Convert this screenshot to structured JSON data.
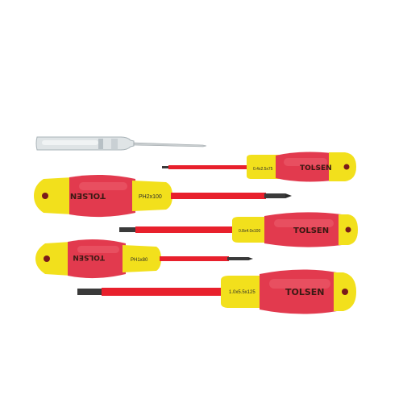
{
  "image": {
    "subject": "insulated screwdriver set with voltage tester pen",
    "colors": {
      "insulation": "#e8202c",
      "handle_red": "#e23a4e",
      "handle_yellow": "#f2e01c",
      "tester_clear": "#dfe4e6"
    }
  },
  "items": [
    {
      "id": "tester",
      "type": "voltage-tester-pen"
    },
    {
      "id": "sd1",
      "type": "slotted-screwdriver",
      "brand": "TOLSEN",
      "size": "0.4x2.5x75"
    },
    {
      "id": "sd2",
      "type": "phillips-screwdriver",
      "brand": "TOLSEN",
      "size": "PH2x100"
    },
    {
      "id": "sd3",
      "type": "slotted-screwdriver",
      "brand": "TOLSEN",
      "size": "0.8x4.0x100"
    },
    {
      "id": "sd4",
      "type": "phillips-screwdriver",
      "brand": "TOLSEN",
      "size": "PH1x80"
    },
    {
      "id": "sd5",
      "type": "slotted-screwdriver",
      "brand": "TOLSEN",
      "size": "1.0x5.5x125"
    }
  ]
}
